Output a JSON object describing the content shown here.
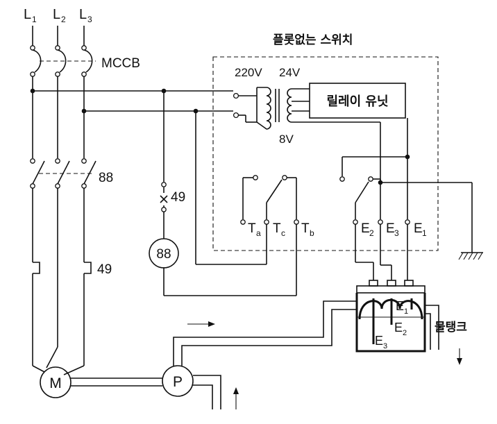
{
  "labels": {
    "l1": "L",
    "l1_sub": "1",
    "l2": "L",
    "l2_sub": "2",
    "l3": "L",
    "l3_sub": "3",
    "mccb": "MCCB",
    "contactor": "88",
    "overload": "49",
    "overload_contact": "49",
    "coil": "88",
    "motor": "M",
    "pump": "P",
    "floatless_switch": "플롯없는 스위치",
    "v220": "220V",
    "v24": "24V",
    "v8": "8V",
    "relay_unit": "릴레이 유닛",
    "ta": "T",
    "ta_sub": "a",
    "tc": "T",
    "tc_sub": "c",
    "tb": "T",
    "tb_sub": "b",
    "e2": "E",
    "e2_sub": "2",
    "e3": "E",
    "e3_sub": "3",
    "e1": "E",
    "e1_sub": "1",
    "tank_e1": "E",
    "tank_e1_sub": "1",
    "tank_e2": "E",
    "tank_e2_sub": "2",
    "tank_e3": "E",
    "tank_e3_sub": "3",
    "water_tank": "물탱크"
  }
}
